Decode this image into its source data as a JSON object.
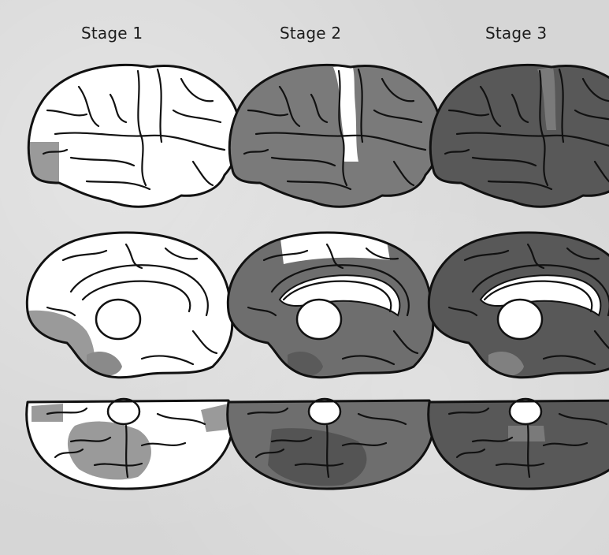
{
  "labels": {
    "stage1": "Stage 1",
    "stage2": "Stage 2",
    "stage3": "Stage 3"
  },
  "colors": {
    "background": "#d6d6d6",
    "unaffected": "#ffffff",
    "stage_light": "#9a9a9a",
    "stage_mid": "#6e6e6e",
    "stage_dark": "#585858",
    "outline": "#111111"
  }
}
